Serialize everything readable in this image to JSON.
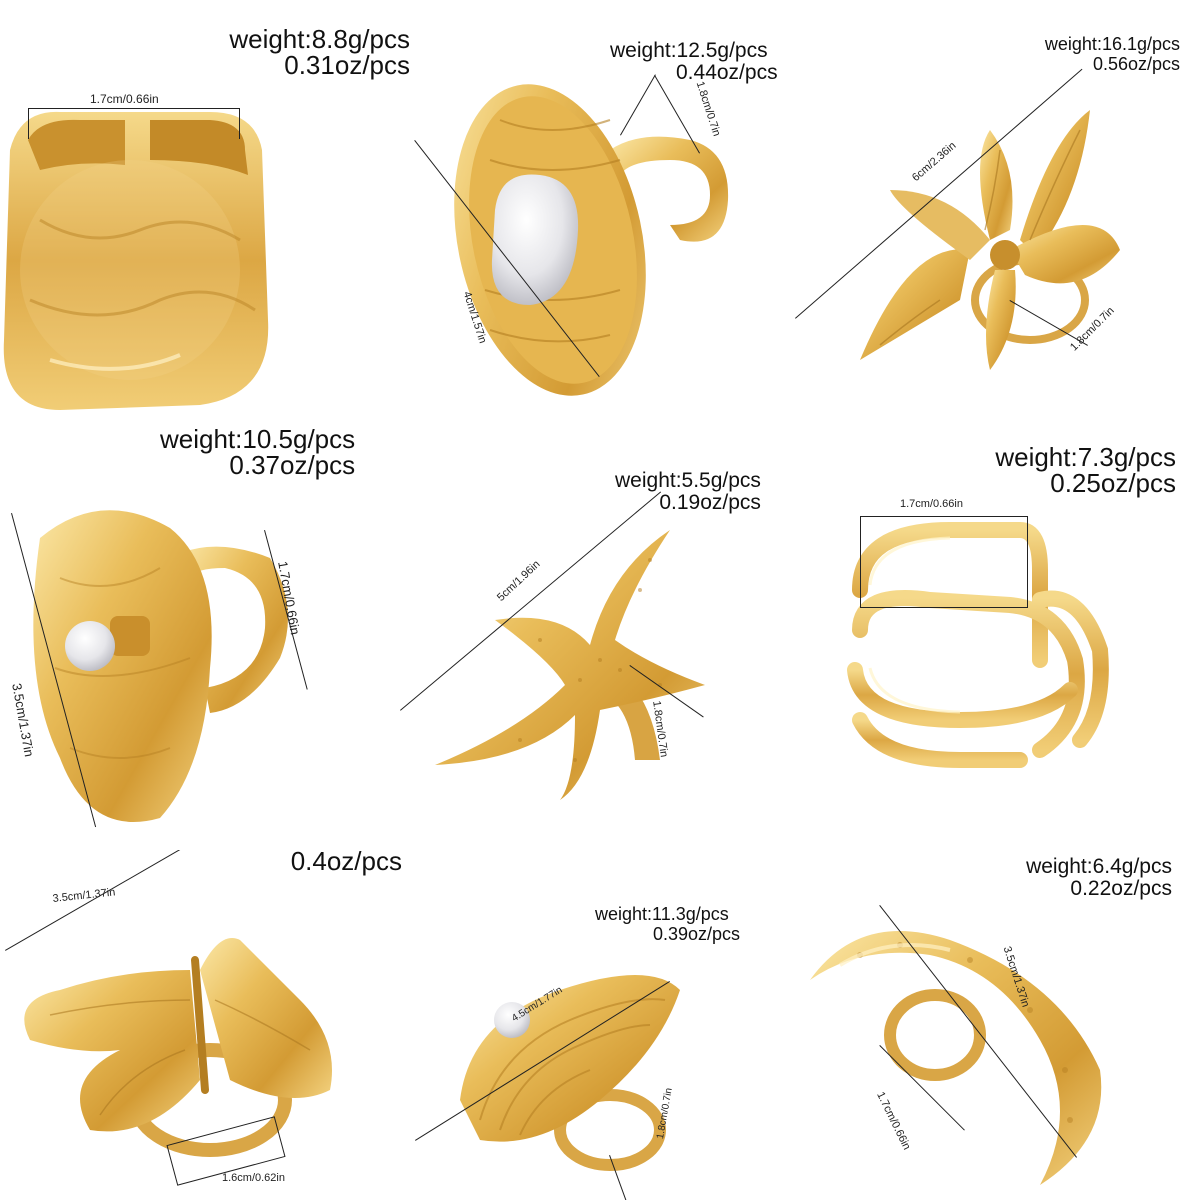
{
  "products": [
    {
      "id": "wide-hammered-band",
      "weight_g": "weight:8.8g/pcs",
      "weight_oz": "0.31oz/pcs",
      "dims": [
        "1.7cm/0.66in"
      ]
    },
    {
      "id": "pearl-shell-disc",
      "weight_g": "weight:12.5g/pcs",
      "weight_oz": "0.44oz/pcs",
      "dims": [
        "4cm/1.57in",
        "1.8cm/0.7in"
      ]
    },
    {
      "id": "orchid-flower",
      "weight_g": "weight:16.1g/pcs",
      "weight_oz": "0.56oz/pcs",
      "dims": [
        "6cm/2.36in",
        "1.8cm/0.7in"
      ]
    },
    {
      "id": "pearl-lily-pad",
      "weight_g": "weight:10.5g/pcs",
      "weight_oz": "0.37oz/pcs",
      "dims": [
        "3.5cm/1.37in",
        "1.7cm/0.66in"
      ]
    },
    {
      "id": "starfish",
      "weight_g": "weight:5.5g/pcs",
      "weight_oz": "0.19oz/pcs",
      "dims": [
        "5cm/1.96in",
        "1.8cm/0.7in"
      ]
    },
    {
      "id": "loop-wrap",
      "weight_g": "weight:7.3g/pcs",
      "weight_oz": "0.25oz/pcs",
      "dims": [
        "1.7cm/0.66in"
      ]
    },
    {
      "id": "butterfly",
      "weight_g": "",
      "weight_oz": "0.4oz/pcs",
      "dims": [
        "3.5cm/1.37in",
        "1.6cm/0.62in"
      ]
    },
    {
      "id": "pearl-wave-disc",
      "weight_g": "weight:11.3g/pcs",
      "weight_oz": "0.39oz/pcs",
      "dims": [
        "4.5cm/1.77in",
        "1.8cm/0.7in"
      ]
    },
    {
      "id": "crescent-moon",
      "weight_g": "weight:6.4g/pcs",
      "weight_oz": "0.22oz/pcs",
      "dims": [
        "3.5cm/1.37in",
        "1.7cm/0.66in"
      ]
    }
  ],
  "colors": {
    "gold": "#e2b24a",
    "gold_light": "#f6dc8c",
    "gold_dark": "#b07d22",
    "pearl": "#f2f2f4",
    "line": "#222222"
  }
}
